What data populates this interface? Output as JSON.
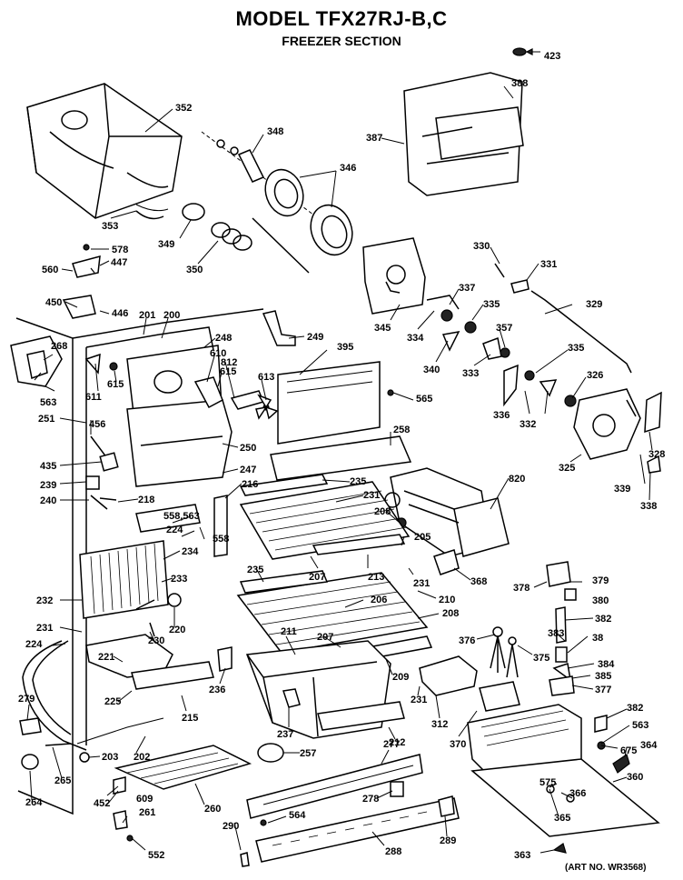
{
  "header": {
    "title": "MODEL TFX27RJ-B,C",
    "subtitle": "FREEZER SECTION"
  },
  "footer": {
    "art_no": "(ART NO. WR3568)"
  },
  "callouts": {
    "c423": "423",
    "c352": "352",
    "c388": "388",
    "c387": "387",
    "c348": "348",
    "c346": "346",
    "c353": "353",
    "c349": "349",
    "c350": "350",
    "c578": "578",
    "c447": "447",
    "c560": "560",
    "c450": "450",
    "c446": "446",
    "c201": "201",
    "c200": "200",
    "c249": "249",
    "c330": "330",
    "c331": "331",
    "c337": "337",
    "c345": "345",
    "c334": "334",
    "c335a": "335",
    "c329": "329",
    "c357": "357",
    "c340": "340",
    "c333": "333",
    "c335b": "335",
    "c268": "268",
    "c248": "248",
    "c610": "610",
    "c812": "812",
    "c395": "395",
    "c615a": "615",
    "c611": "611",
    "c615b": "615",
    "c613": "613",
    "c563a": "563",
    "c565": "565",
    "c326": "326",
    "c336": "336",
    "c332": "332",
    "c251": "251",
    "c456": "456",
    "c258": "258",
    "c328": "328",
    "c325": "325",
    "c250": "250",
    "c435": "435",
    "c247": "247",
    "c820": "820",
    "c339": "339",
    "c338": "338",
    "c239": "239",
    "c235a": "235",
    "c231a": "231",
    "c240": "240",
    "c218": "218",
    "c216": "216",
    "c208a": "208",
    "c558563": "558,563",
    "c224a": "224",
    "c558": "558",
    "c234": "234",
    "c205": "205",
    "c207a": "207",
    "c213": "213",
    "c231b": "231",
    "c368": "368",
    "c378": "378",
    "c379": "379",
    "c233": "233",
    "c235b": "235",
    "c210": "210",
    "c380": "380",
    "c232": "232",
    "c206": "206",
    "c208b": "208",
    "c382a": "382",
    "c220": "220",
    "c230": "230",
    "c383": "383",
    "c38": "38",
    "c231c": "231",
    "c211": "211",
    "c207b": "207",
    "c376": "376",
    "c375": "375",
    "c224b": "224",
    "c221": "221",
    "c209": "209",
    "c384a": "384",
    "c385": "385",
    "c236": "236",
    "c231d": "231",
    "c377": "377",
    "c279": "279",
    "c225": "225",
    "c215": "215",
    "c237": "237",
    "c312": "312",
    "c382b": "382",
    "c563b": "563",
    "c370": "370",
    "c675": "675",
    "c212": "212",
    "c364": "364",
    "c202": "202",
    "c257": "257",
    "c277": "277",
    "c203": "203",
    "c265": "265",
    "c575": "575",
    "c366": "366",
    "c360": "360",
    "c264": "264",
    "c452": "452",
    "c609": "609",
    "c260": "260",
    "c278": "278",
    "c261": "261",
    "c290": "290",
    "c564": "564",
    "c365": "365",
    "c289": "289",
    "c552": "552",
    "c288": "288",
    "c363": "363"
  }
}
